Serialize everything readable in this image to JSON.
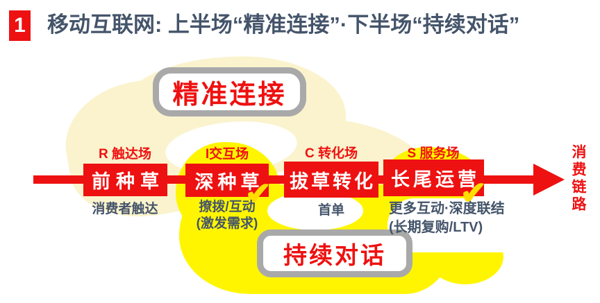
{
  "header": {
    "badge": "1",
    "title": "移动互联网: 上半场“精准连接”·下半场“持续对话”"
  },
  "callouts": {
    "top": "精准连接",
    "bottom": "持续对话"
  },
  "flow": {
    "stages": [
      {
        "scene_label": "R 触达场",
        "box_label": "前种草",
        "checked": false,
        "notes": [
          "消费者触达"
        ]
      },
      {
        "scene_label": "I交互场",
        "box_label": "深种草",
        "checked": true,
        "notes": [
          "撩拨/互动",
          "(激发需求)"
        ]
      },
      {
        "scene_label": "C 转化场",
        "box_label": "拔草转化",
        "checked": false,
        "notes": [
          "首单"
        ]
      },
      {
        "scene_label": "S 服务场",
        "box_label": "长尾运营",
        "checked": true,
        "notes": [
          "更多互动·深度联结",
          "(长期复购/LTV)"
        ]
      }
    ],
    "end_label": "消费链路"
  },
  "icons": {
    "check": "✔"
  },
  "colors": {
    "red": "#EE1111",
    "navy_text": "#44546A",
    "pale_yellow": "#FAF3CD",
    "bright_yellow": "#FFF500",
    "border_gray": "#A9A9A9",
    "check_gold": "#FFDE00",
    "background": "#FFFFFF"
  }
}
